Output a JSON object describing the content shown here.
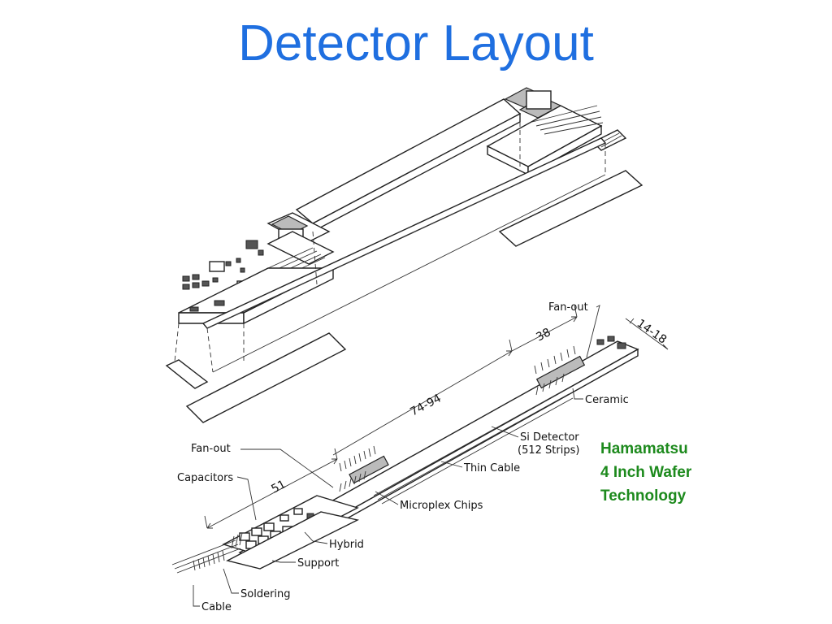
{
  "slide": {
    "title": "Detector Layout",
    "side_note": [
      "Hamamatsu",
      "4 Inch Wafer",
      "Technology"
    ],
    "title_color": "#1f6fe0",
    "note_color": "#1d8a1d"
  },
  "diagram": {
    "labels": {
      "fan_out_top": "Fan-out",
      "ceramic": "Ceramic",
      "si_detector_1": "Si Detector",
      "si_detector_2": "(512 Strips)",
      "thin_cable": "Thin Cable",
      "microplex_chips": "Microplex Chips",
      "fan_out_left": "Fan-out",
      "capacitors": "Capacitors",
      "hybrid": "Hybrid",
      "support": "Support",
      "soldering": "Soldering",
      "cable": "Cable"
    },
    "dimensions": {
      "d_38": "38",
      "d_14_18": "14-18",
      "d_74_94": "74-94",
      "d_51": "51"
    }
  }
}
